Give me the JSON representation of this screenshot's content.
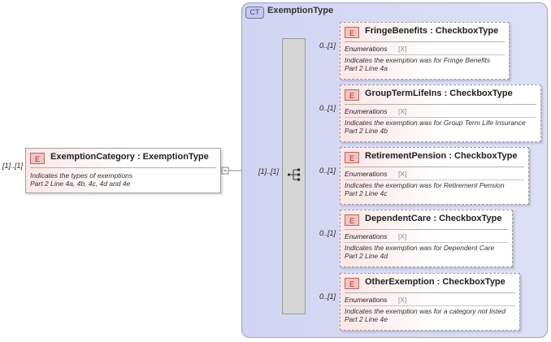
{
  "root": {
    "cardinality": "[1]..[1]",
    "badge": "E",
    "title": "ExemptionCategory : ExemptionType",
    "doc_line1": "Indicates the types of exemptions",
    "doc_line2": "Part 2 Line 4a, 4b, 4c, 4d and 4e"
  },
  "complex_type": {
    "badge": "CT",
    "name": "ExemptionType",
    "sequence_cardinality": "[1]..[1]"
  },
  "children": [
    {
      "cardinality": "0..[1]",
      "badge": "E",
      "title": "FringeBenefits : CheckboxType",
      "enumerations_label": "Enumerations",
      "enumerations_value": "[X]",
      "doc_line1": "Indicates the exemption was for Fringe Benefits",
      "doc_line2": "Part 2 Line 4a"
    },
    {
      "cardinality": "0..[1]",
      "badge": "E",
      "title": "GroupTermLifeIns : CheckboxType",
      "enumerations_label": "Enumerations",
      "enumerations_value": "[X]",
      "doc_line1": "Indicates the exemption was for Group Term Life Insurance",
      "doc_line2": "Part 2 Line 4b"
    },
    {
      "cardinality": "0..[1]",
      "badge": "E",
      "title": "RetirementPension : CheckboxType",
      "enumerations_label": "Enumerations",
      "enumerations_value": "[X]",
      "doc_line1": "Indicates the exemption was for Retirement Pension",
      "doc_line2": "Part 2 Line 4c"
    },
    {
      "cardinality": "0..[1]",
      "badge": "E",
      "title": "DependentCare : CheckboxType",
      "enumerations_label": "Enumerations",
      "enumerations_value": "[X]",
      "doc_line1": "Indicates the exemption was for Dependent Care",
      "doc_line2": "Part 2 Line 4d"
    },
    {
      "cardinality": "0..[1]",
      "badge": "E",
      "title": "OtherExemption : CheckboxType",
      "enumerations_label": "Enumerations",
      "enumerations_value": "[X]",
      "doc_line1": "Indicates the exemption was for a category not listed",
      "doc_line2": "Part 2 Line 4e"
    }
  ]
}
